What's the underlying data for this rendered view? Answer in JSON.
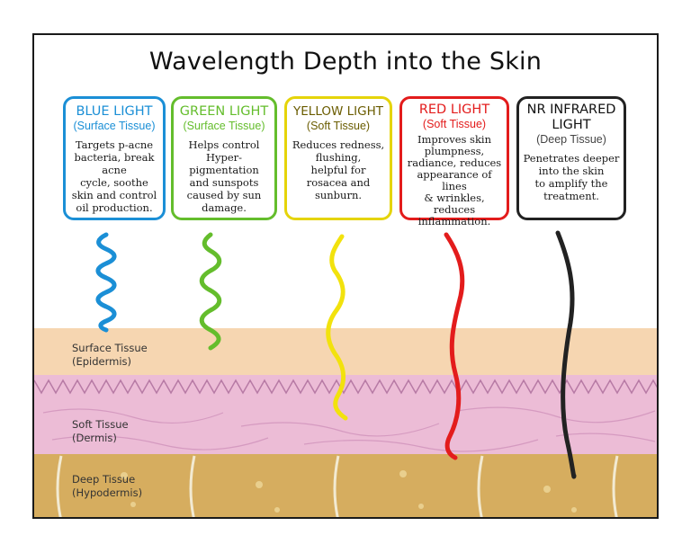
{
  "title": "Wavelength Depth into the Skin",
  "colors": {
    "blue": "#1b8fd6",
    "green": "#64bd2c",
    "yellow": "#f2e20d",
    "red": "#e31c1c",
    "black": "#222222",
    "surface_layer": "#f6d6b1",
    "dermis_layer": "#ecbcd6",
    "hypodermis_layer": "#d6ad5f"
  },
  "cards": [
    {
      "head": "BLUE LIGHT",
      "tissue": "(Surface Tissue)",
      "desc": [
        "Targets p-acne",
        "bacteria, break acne",
        "cycle, soothe",
        "skin and control",
        "oil production."
      ]
    },
    {
      "head": "GREEN LIGHT",
      "tissue": "(Surface Tissue)",
      "desc": [
        "Helps control",
        "Hyper-pigmentation",
        "and sunspots",
        "caused by sun",
        "damage."
      ]
    },
    {
      "head": "YELLOW LIGHT",
      "tissue": "(Soft Tissue)",
      "desc": [
        "Reduces redness,",
        "flushing,",
        "helpful for",
        "rosacea and",
        "sunburn."
      ]
    },
    {
      "head": "RED LIGHT",
      "tissue": "(Soft Tissue)",
      "desc": [
        "Improves skin",
        "plumpness,",
        "radiance, reduces",
        "appearance of lines",
        "& wrinkles, reduces",
        "inflammation."
      ]
    },
    {
      "head": "NR INFRARED",
      "head2": "LIGHT",
      "tissue": "(Deep Tissue)",
      "desc": [
        "Penetrates deeper",
        "into the skin",
        "to amplify the",
        "treatment."
      ]
    }
  ],
  "layers": [
    {
      "name": "Surface Tissue",
      "sub": "(Epidermis)"
    },
    {
      "name": "Soft Tissue",
      "sub": "(Dermis)"
    },
    {
      "name": "Deep Tissue",
      "sub": "(Hypodermis)"
    }
  ]
}
